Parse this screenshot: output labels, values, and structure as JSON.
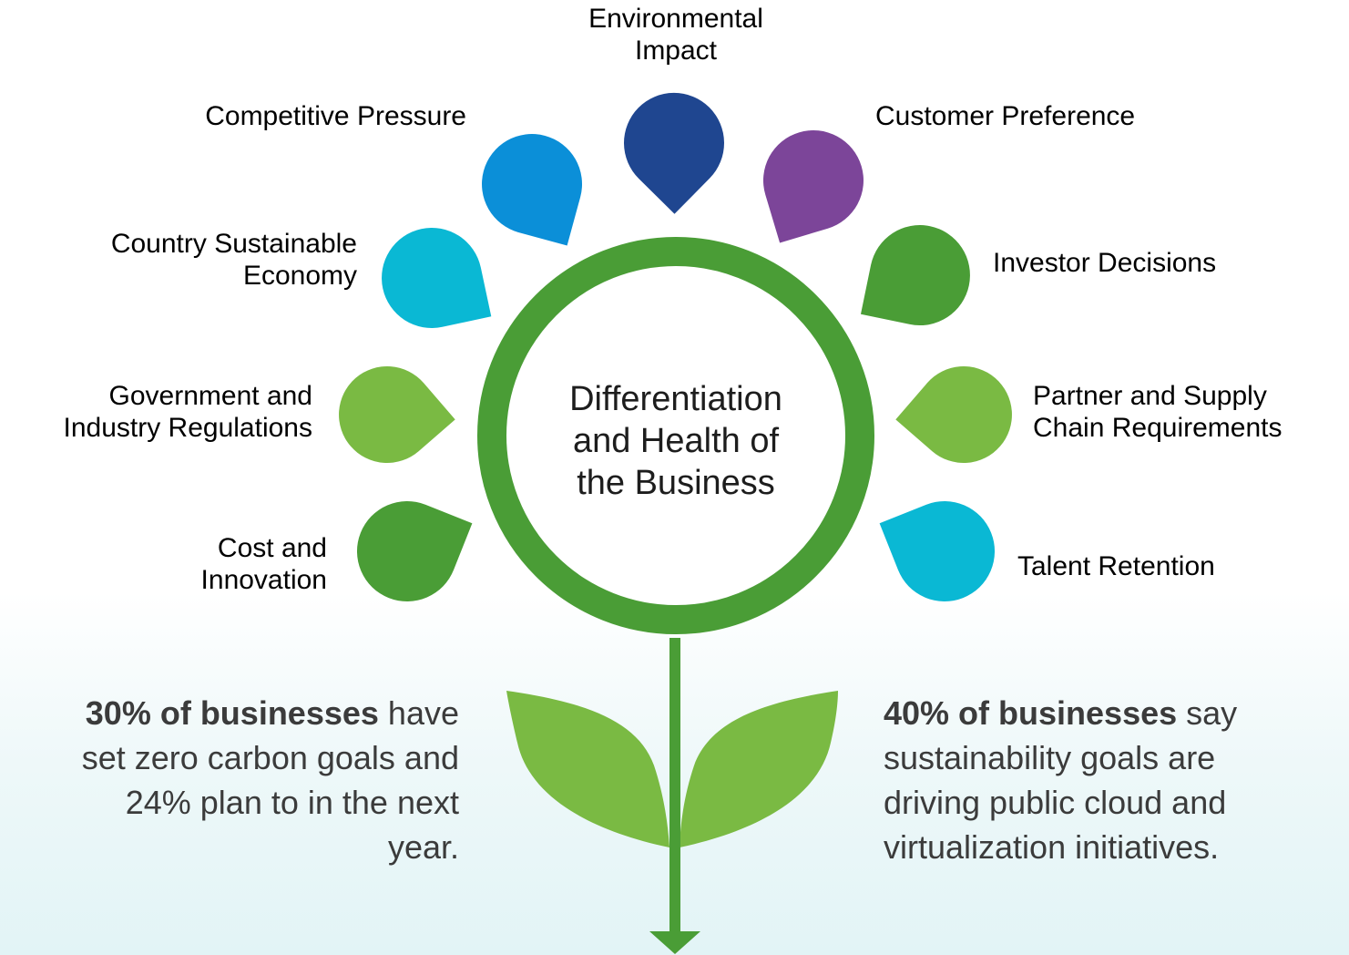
{
  "center": {
    "lines": [
      "Differentiation",
      "and Health of",
      "the Business"
    ],
    "ring_color": "#4a9d36"
  },
  "factors": [
    {
      "id": "environmental-impact",
      "lines": [
        "Environmental",
        "Impact"
      ],
      "color": "#1f4690"
    },
    {
      "id": "competitive-pressure",
      "lines": [
        "Competitive Pressure"
      ],
      "color": "#0b8fd8"
    },
    {
      "id": "customer-preference",
      "lines": [
        "Customer Preference"
      ],
      "color": "#7c4599"
    },
    {
      "id": "country-sustainable-economy",
      "lines": [
        "Country Sustainable",
        "Economy"
      ],
      "color": "#0ab8d4"
    },
    {
      "id": "investor-decisions",
      "lines": [
        "Investor Decisions"
      ],
      "color": "#4a9d36"
    },
    {
      "id": "government-and-industry-regulations",
      "lines": [
        "Government and",
        "Industry Regulations"
      ],
      "color": "#7aba43"
    },
    {
      "id": "partner-and-supply-chain-requirements",
      "lines": [
        "Partner and Supply",
        "Chain Requirements"
      ],
      "color": "#7aba43"
    },
    {
      "id": "cost-and-innovation",
      "lines": [
        "Cost and",
        "Innovation"
      ],
      "color": "#4a9d36"
    },
    {
      "id": "talent-retention",
      "lines": [
        "Talent Retention"
      ],
      "color": "#0ab8d4"
    }
  ],
  "stats": {
    "left": {
      "bold": "30% of businesses",
      "rest": " have set zero carbon goals and 24% plan to in the next year."
    },
    "right": {
      "bold": "40% of businesses",
      "rest": " say sustainability goals are driving public cloud and virtualization initiatives."
    }
  },
  "colors": {
    "stem": "#4a9d36",
    "leaf": "#7aba43",
    "text_dark": "#3b3b3b"
  }
}
